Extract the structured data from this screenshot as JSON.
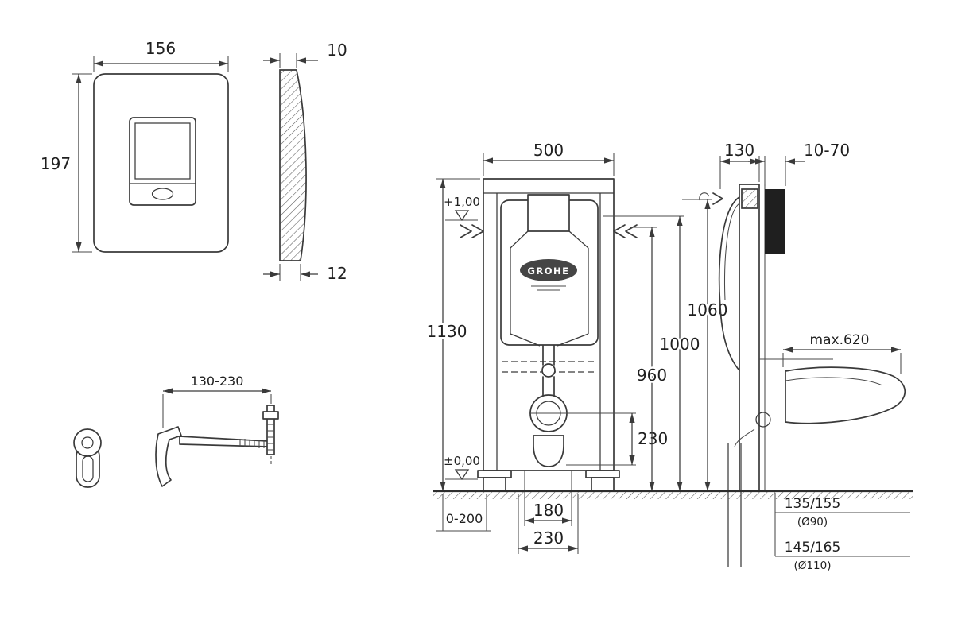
{
  "drawing": {
    "plate_front": {
      "width": "156",
      "height": "197"
    },
    "plate_side": {
      "thickness_top": "10",
      "thickness_bottom": "12"
    },
    "bracket": {
      "range": "130-230"
    },
    "front": {
      "width": "500",
      "height": "1130",
      "level_top": "+1,00",
      "level_floor": "±0,00",
      "h960": "960",
      "h1000": "1000",
      "h1060": "1060",
      "outlet_height": "230",
      "floor_range": "0-200",
      "drain_a": "180",
      "drain_b": "230",
      "brand": "GROHE"
    },
    "side": {
      "depth": "130",
      "wall_range": "10-70",
      "max_width": "max.620",
      "opt1": "135/155",
      "opt1_d": "(Ø90)",
      "opt2": "145/165",
      "opt2_d": "(Ø110)"
    }
  }
}
